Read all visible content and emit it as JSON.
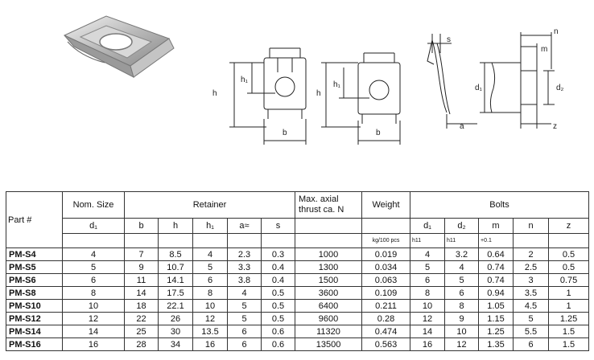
{
  "header": {
    "part": "Part #",
    "nom_size": "Nom. Size",
    "retainer": "Retainer",
    "thrust_line1": "Max. axial",
    "thrust_line2": "thrust ca. N",
    "weight": "Weight",
    "bolts": "Bolts"
  },
  "subheader": {
    "d1": "d₁",
    "b": "b",
    "h": "h",
    "h1": "h₁",
    "a": "a≈",
    "s": "s",
    "bd1": "d₁",
    "bd2": "d₂",
    "m": "m",
    "n": "n",
    "z": "z"
  },
  "units": {
    "weight": "kg/100 pcs",
    "bd1": "h11",
    "bd2": "h11",
    "m": "+0.1"
  },
  "drawing_labels": {
    "h": "h",
    "h1": "h₁",
    "b": "b",
    "s": "s",
    "a": "a",
    "d1": "d₁",
    "d2": "d₂",
    "n": "n",
    "m": "m",
    "z": "z"
  },
  "rows": [
    {
      "part": "PM-S4",
      "d1": "4",
      "b": "7",
      "h": "8.5",
      "h1": "4",
      "a": "2.3",
      "s": "0.3",
      "thrust": "1000",
      "weight": "0.019",
      "bd1": "4",
      "bd2": "3.2",
      "m": "0.64",
      "n": "2",
      "z": "0.5"
    },
    {
      "part": "PM-S5",
      "d1": "5",
      "b": "9",
      "h": "10.7",
      "h1": "5",
      "a": "3.3",
      "s": "0.4",
      "thrust": "1300",
      "weight": "0.034",
      "bd1": "5",
      "bd2": "4",
      "m": "0.74",
      "n": "2.5",
      "z": "0.5"
    },
    {
      "part": "PM-S6",
      "d1": "6",
      "b": "11",
      "h": "14.1",
      "h1": "6",
      "a": "3.8",
      "s": "0.4",
      "thrust": "1500",
      "weight": "0.063",
      "bd1": "6",
      "bd2": "5",
      "m": "0.74",
      "n": "3",
      "z": "0.75"
    },
    {
      "part": "PM-S8",
      "d1": "8",
      "b": "14",
      "h": "17.5",
      "h1": "8",
      "a": "4",
      "s": "0.5",
      "thrust": "3600",
      "weight": "0.109",
      "bd1": "8",
      "bd2": "6",
      "m": "0.94",
      "n": "3.5",
      "z": "1"
    },
    {
      "part": "PM-S10",
      "d1": "10",
      "b": "18",
      "h": "22.1",
      "h1": "10",
      "a": "5",
      "s": "0.5",
      "thrust": "6400",
      "weight": "0.211",
      "bd1": "10",
      "bd2": "8",
      "m": "1.05",
      "n": "4.5",
      "z": "1"
    },
    {
      "part": "PM-S12",
      "d1": "12",
      "b": "22",
      "h": "26",
      "h1": "12",
      "a": "5",
      "s": "0.5",
      "thrust": "9600",
      "weight": "0.28",
      "bd1": "12",
      "bd2": "9",
      "m": "1.15",
      "n": "5",
      "z": "1.25"
    },
    {
      "part": "PM-S14",
      "d1": "14",
      "b": "25",
      "h": "30",
      "h1": "13.5",
      "a": "6",
      "s": "0.6",
      "thrust": "11320",
      "weight": "0.474",
      "bd1": "14",
      "bd2": "10",
      "m": "1.25",
      "n": "5.5",
      "z": "1.5"
    },
    {
      "part": "PM-S16",
      "d1": "16",
      "b": "28",
      "h": "34",
      "h1": "16",
      "a": "6",
      "s": "0.6",
      "thrust": "13500",
      "weight": "0.563",
      "bd1": "16",
      "bd2": "12",
      "m": "1.35",
      "n": "6",
      "z": "1.5"
    }
  ]
}
